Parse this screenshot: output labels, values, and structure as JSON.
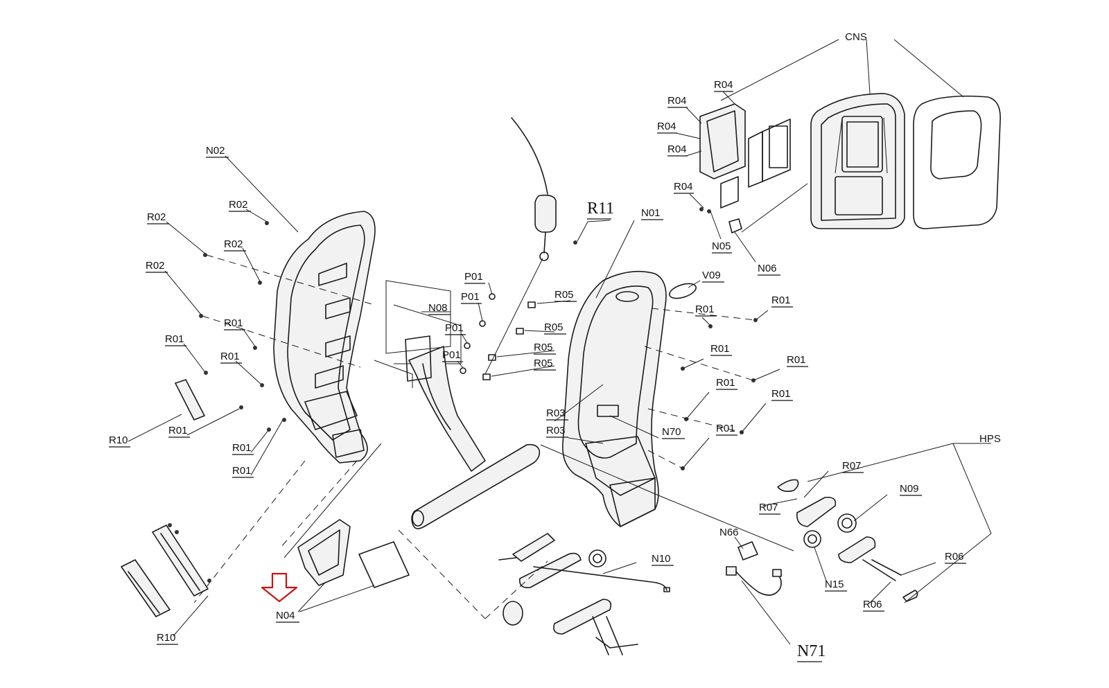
{
  "diagram": {
    "labels": {
      "cns": "CNS",
      "r04": "R04",
      "n05": "N05",
      "n06": "N06",
      "n02": "N02",
      "r02": "R02",
      "r01": "R01",
      "r10": "R10",
      "r11": "R11",
      "n01": "N01",
      "v09": "V09",
      "p01": "P01",
      "r05": "R05",
      "n08": "N08",
      "r03": "R03",
      "n70": "N70",
      "hps": "HPS",
      "r07": "R07",
      "n09": "N09",
      "n66": "N66",
      "n10": "N10",
      "r06": "R06",
      "n15": "N15",
      "n71": "N71",
      "n04": "N04"
    },
    "highlight_color": "#cc1111"
  }
}
